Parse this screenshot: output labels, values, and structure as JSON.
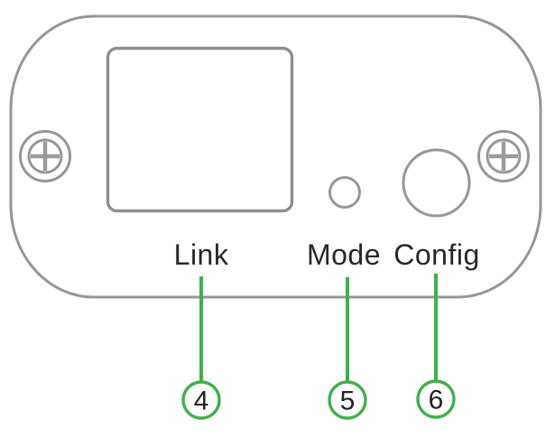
{
  "panel_labels": {
    "link": "Link",
    "mode": "Mode",
    "config": "Config"
  },
  "callouts": [
    {
      "number": "4",
      "points_to": "Link"
    },
    {
      "number": "5",
      "points_to": "Mode"
    },
    {
      "number": "6",
      "points_to": "Config"
    }
  ],
  "colors": {
    "outline_gray": "#969696",
    "callout_green": "#3fb04c",
    "text_dark": "#282828"
  }
}
